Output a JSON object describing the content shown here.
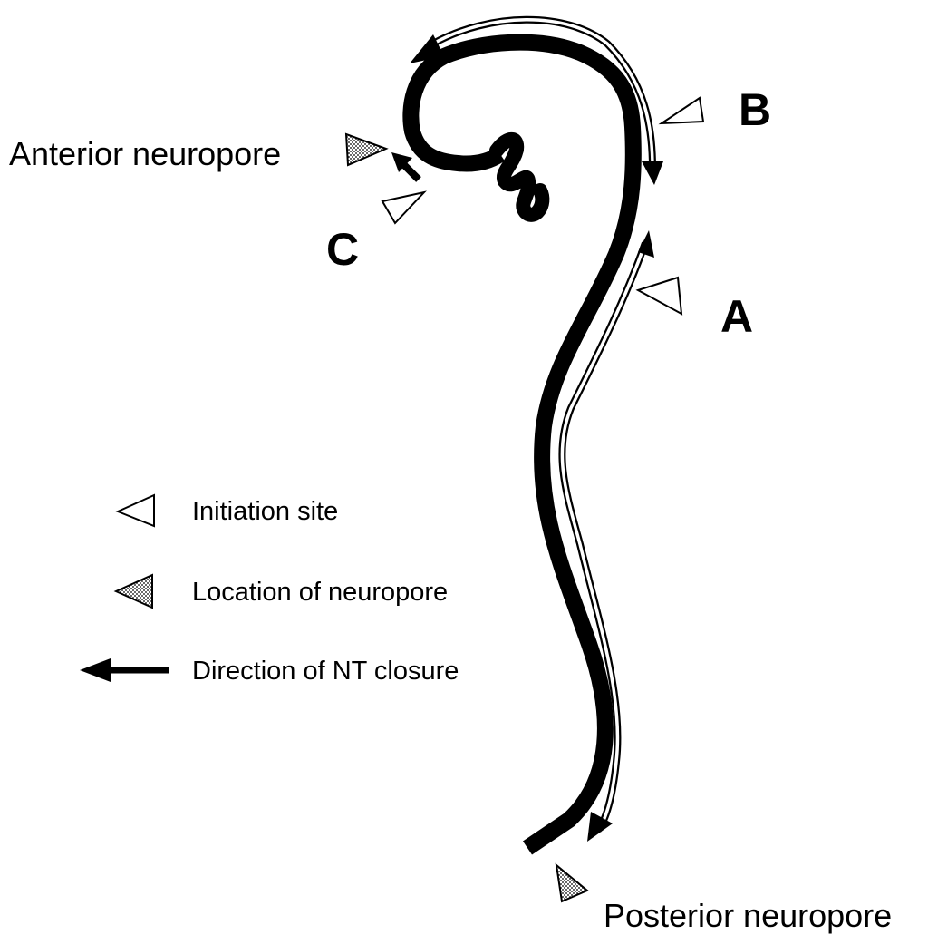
{
  "labels": {
    "anterior": "Anterior neuropore",
    "posterior": "Posterior neuropore",
    "site_a": "A",
    "site_b": "B",
    "site_c": "C"
  },
  "legend": {
    "initiation": "Initiation site",
    "neuropore": "Location of neuropore",
    "direction": "Direction of NT closure"
  },
  "colors": {
    "ink": "#000000",
    "paper": "#ffffff",
    "stipple": "#9a9a9a"
  }
}
